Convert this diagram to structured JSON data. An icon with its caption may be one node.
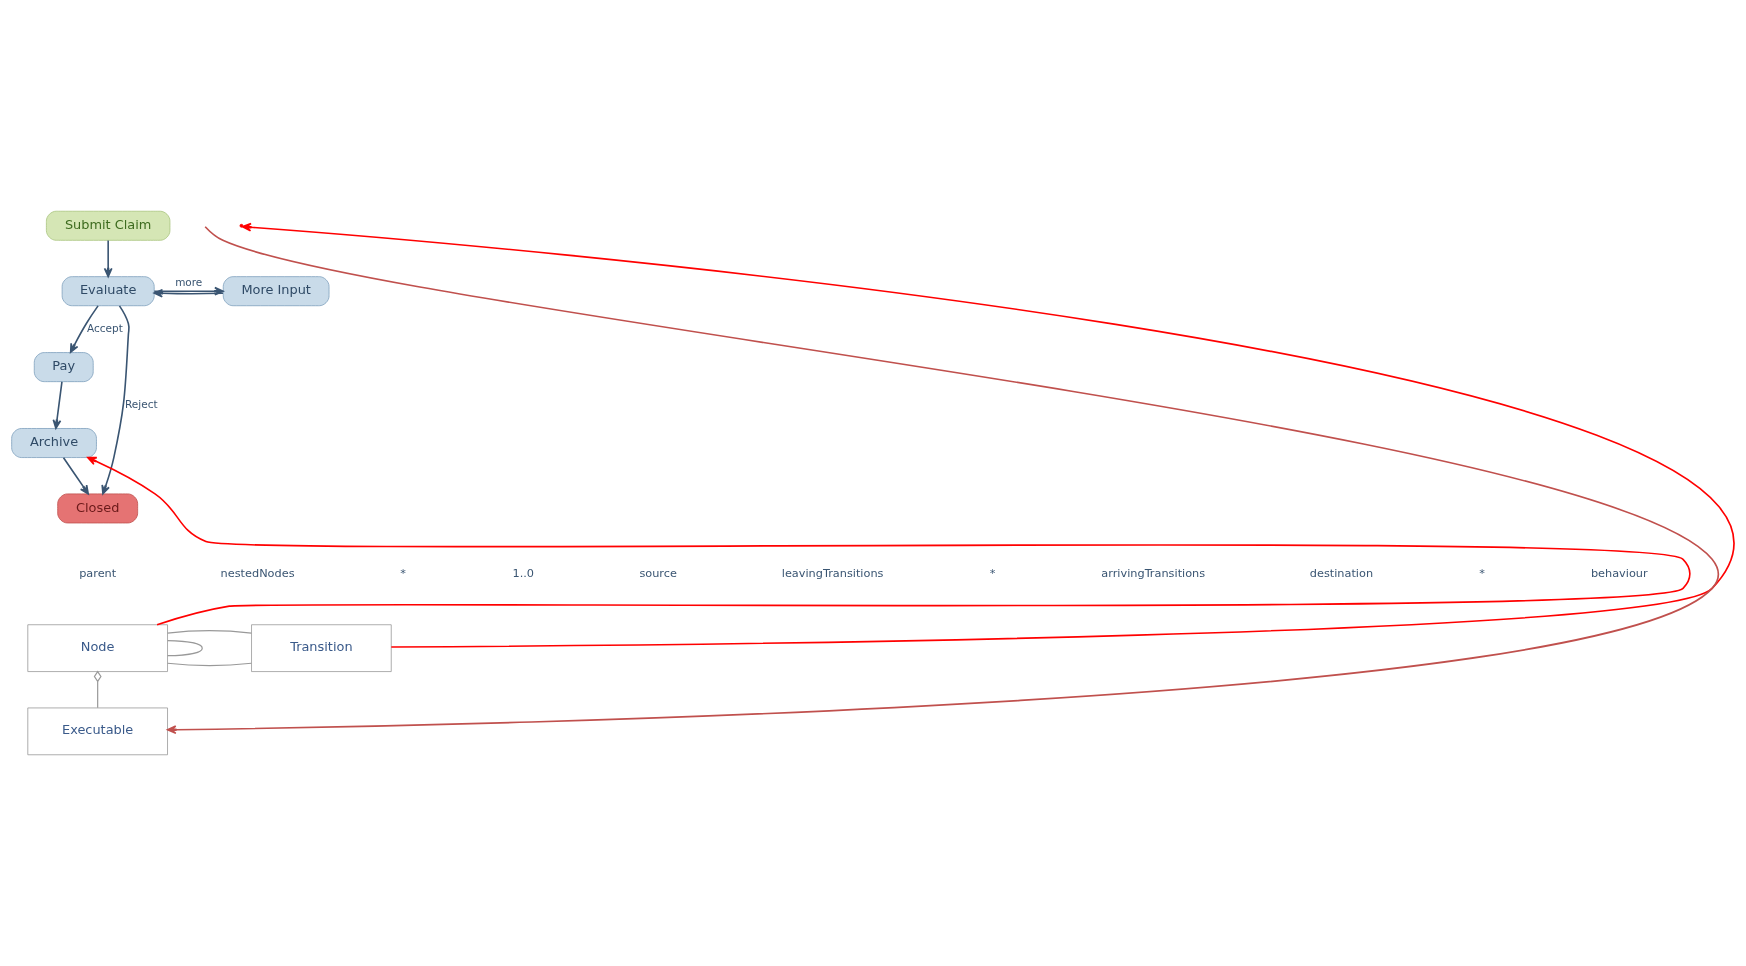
{
  "diagram": {
    "nodes": [
      {
        "text": [
          "Submit Claim"
        ]
      },
      {
        "text": [
          "Evaluate"
        ]
      },
      {
        "text": [
          "More Input"
        ]
      },
      {
        "text": [
          "Pay"
        ]
      },
      {
        "text": [
          "Archive"
        ]
      },
      {
        "text": [
          "Closed"
        ]
      },
      {
        "text": [
          "Node"
        ]
      },
      {
        "text": [
          "Transition"
        ]
      },
      {
        "text": [
          "Executable"
        ]
      }
    ],
    "edges": [
      {
        "from": 0,
        "to": 1,
        "arrow": "to"
      },
      {
        "from": 1,
        "to": 2,
        "arrow": "to",
        "label": "more"
      },
      {
        "from": 2,
        "to": 1,
        "arrow": "to"
      },
      {
        "from": 1,
        "to": 5,
        "arrow": "to",
        "label": "Reject"
      },
      {
        "from": 1,
        "to": 3,
        "arrow": "to",
        "label": "Accept"
      },
      {
        "from": 3,
        "to": 4,
        "arrow": "to"
      },
      {
        "from": 4,
        "to": 5,
        "arrow": "to"
      },
      {
        "from": 6,
        "to": 6,
        "arrow": "none",
        "color": "#999999"
      },
      {
        "from": 6,
        "to": 7,
        "arrow": "none",
        "color": "#999999"
      },
      {
        "from": 6,
        "to": 7,
        "arrow": "none",
        "color": "#999999"
      },
      {
        "from": 6,
        "to": 8,
        "arrow": "other",
        "color": "#999999"
      },
      {
        "from": 6,
        "to": 4,
        "arrow": "to",
        "color": "#ff0000"
      },
      {
        "from": 7,
        "to": null,
        "arrow": "to",
        "color": "#ff0000"
      },
      {
        "from": null,
        "to": 8,
        "arrow": "to",
        "color": "#c0504d"
      }
    ],
    "labels": [
      "parent",
      "nestedNodes",
      "*",
      "1..0",
      "source",
      "leavingTransitions",
      "*",
      "arrivingTransitions",
      "destination",
      "*",
      "behaviour"
    ]
  }
}
